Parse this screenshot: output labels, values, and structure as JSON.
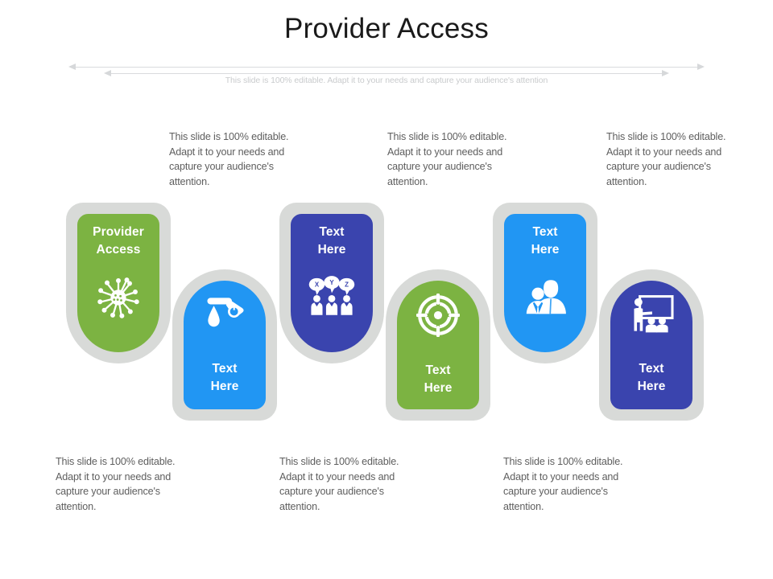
{
  "slide": {
    "title": "Provider Access",
    "subtitle": "This slide is 100% editable. Adapt it to your needs and capture your audience's attention",
    "colors": {
      "green": "#7CB342",
      "blue": "#2196F3",
      "indigo": "#3A44AE",
      "outline_gray": "#D8DAD8",
      "caption_gray": "#5E5E5E",
      "subtitle_gray": "#C9CBCD",
      "title_black": "#1A1A1A"
    }
  },
  "cards": [
    {
      "id": "card-1",
      "label": "Provider\nAccess",
      "label_line1": "Provider",
      "label_line2": "Access",
      "color": "#7CB342",
      "color_name": "green",
      "icon": "virus-molecule-icon",
      "order": "text-then-icon",
      "position": "raised"
    },
    {
      "id": "card-2",
      "label": "Text\nHere",
      "label_line1": "Text",
      "label_line2": "Here",
      "color": "#2196F3",
      "color_name": "blue",
      "icon": "faucet-drip-icon",
      "order": "icon-then-text",
      "position": "lowered"
    },
    {
      "id": "card-3",
      "label": "Text\nHere",
      "label_line1": "Text",
      "label_line2": "Here",
      "color": "#3A44AE",
      "color_name": "indigo",
      "icon": "people-speech-bubbles-icon",
      "order": "text-then-icon",
      "position": "raised"
    },
    {
      "id": "card-4",
      "label": "Text\nHere",
      "label_line1": "Text",
      "label_line2": "Here",
      "color": "#7CB342",
      "color_name": "green",
      "icon": "target-crosshair-icon",
      "order": "icon-then-text",
      "position": "lowered"
    },
    {
      "id": "card-5",
      "label": "Text\nHere",
      "label_line1": "Text",
      "label_line2": "Here",
      "color": "#2196F3",
      "color_name": "blue",
      "icon": "two-people-icon",
      "order": "text-then-icon",
      "position": "raised"
    },
    {
      "id": "card-6",
      "label": "Text\nHere",
      "label_line1": "Text",
      "label_line2": "Here",
      "color": "#3A44AE",
      "color_name": "indigo",
      "icon": "presentation-training-icon",
      "order": "icon-then-text",
      "position": "lowered"
    }
  ],
  "captions": {
    "top": [
      "This slide is 100% editable. Adapt it to your needs and capture your audience's attention.",
      "This slide is 100% editable. Adapt it to your needs and capture your audience's attention.",
      "This slide is 100% editable. Adapt it to your needs and capture your audience's attention."
    ],
    "bottom": [
      "This slide is 100% editable. Adapt it to your needs and capture your audience's attention.",
      "This slide is 100% editable. Adapt it to your needs and capture your audience's attention.",
      "This slide is 100% editable. Adapt it to your needs and capture your audience's attention."
    ]
  }
}
